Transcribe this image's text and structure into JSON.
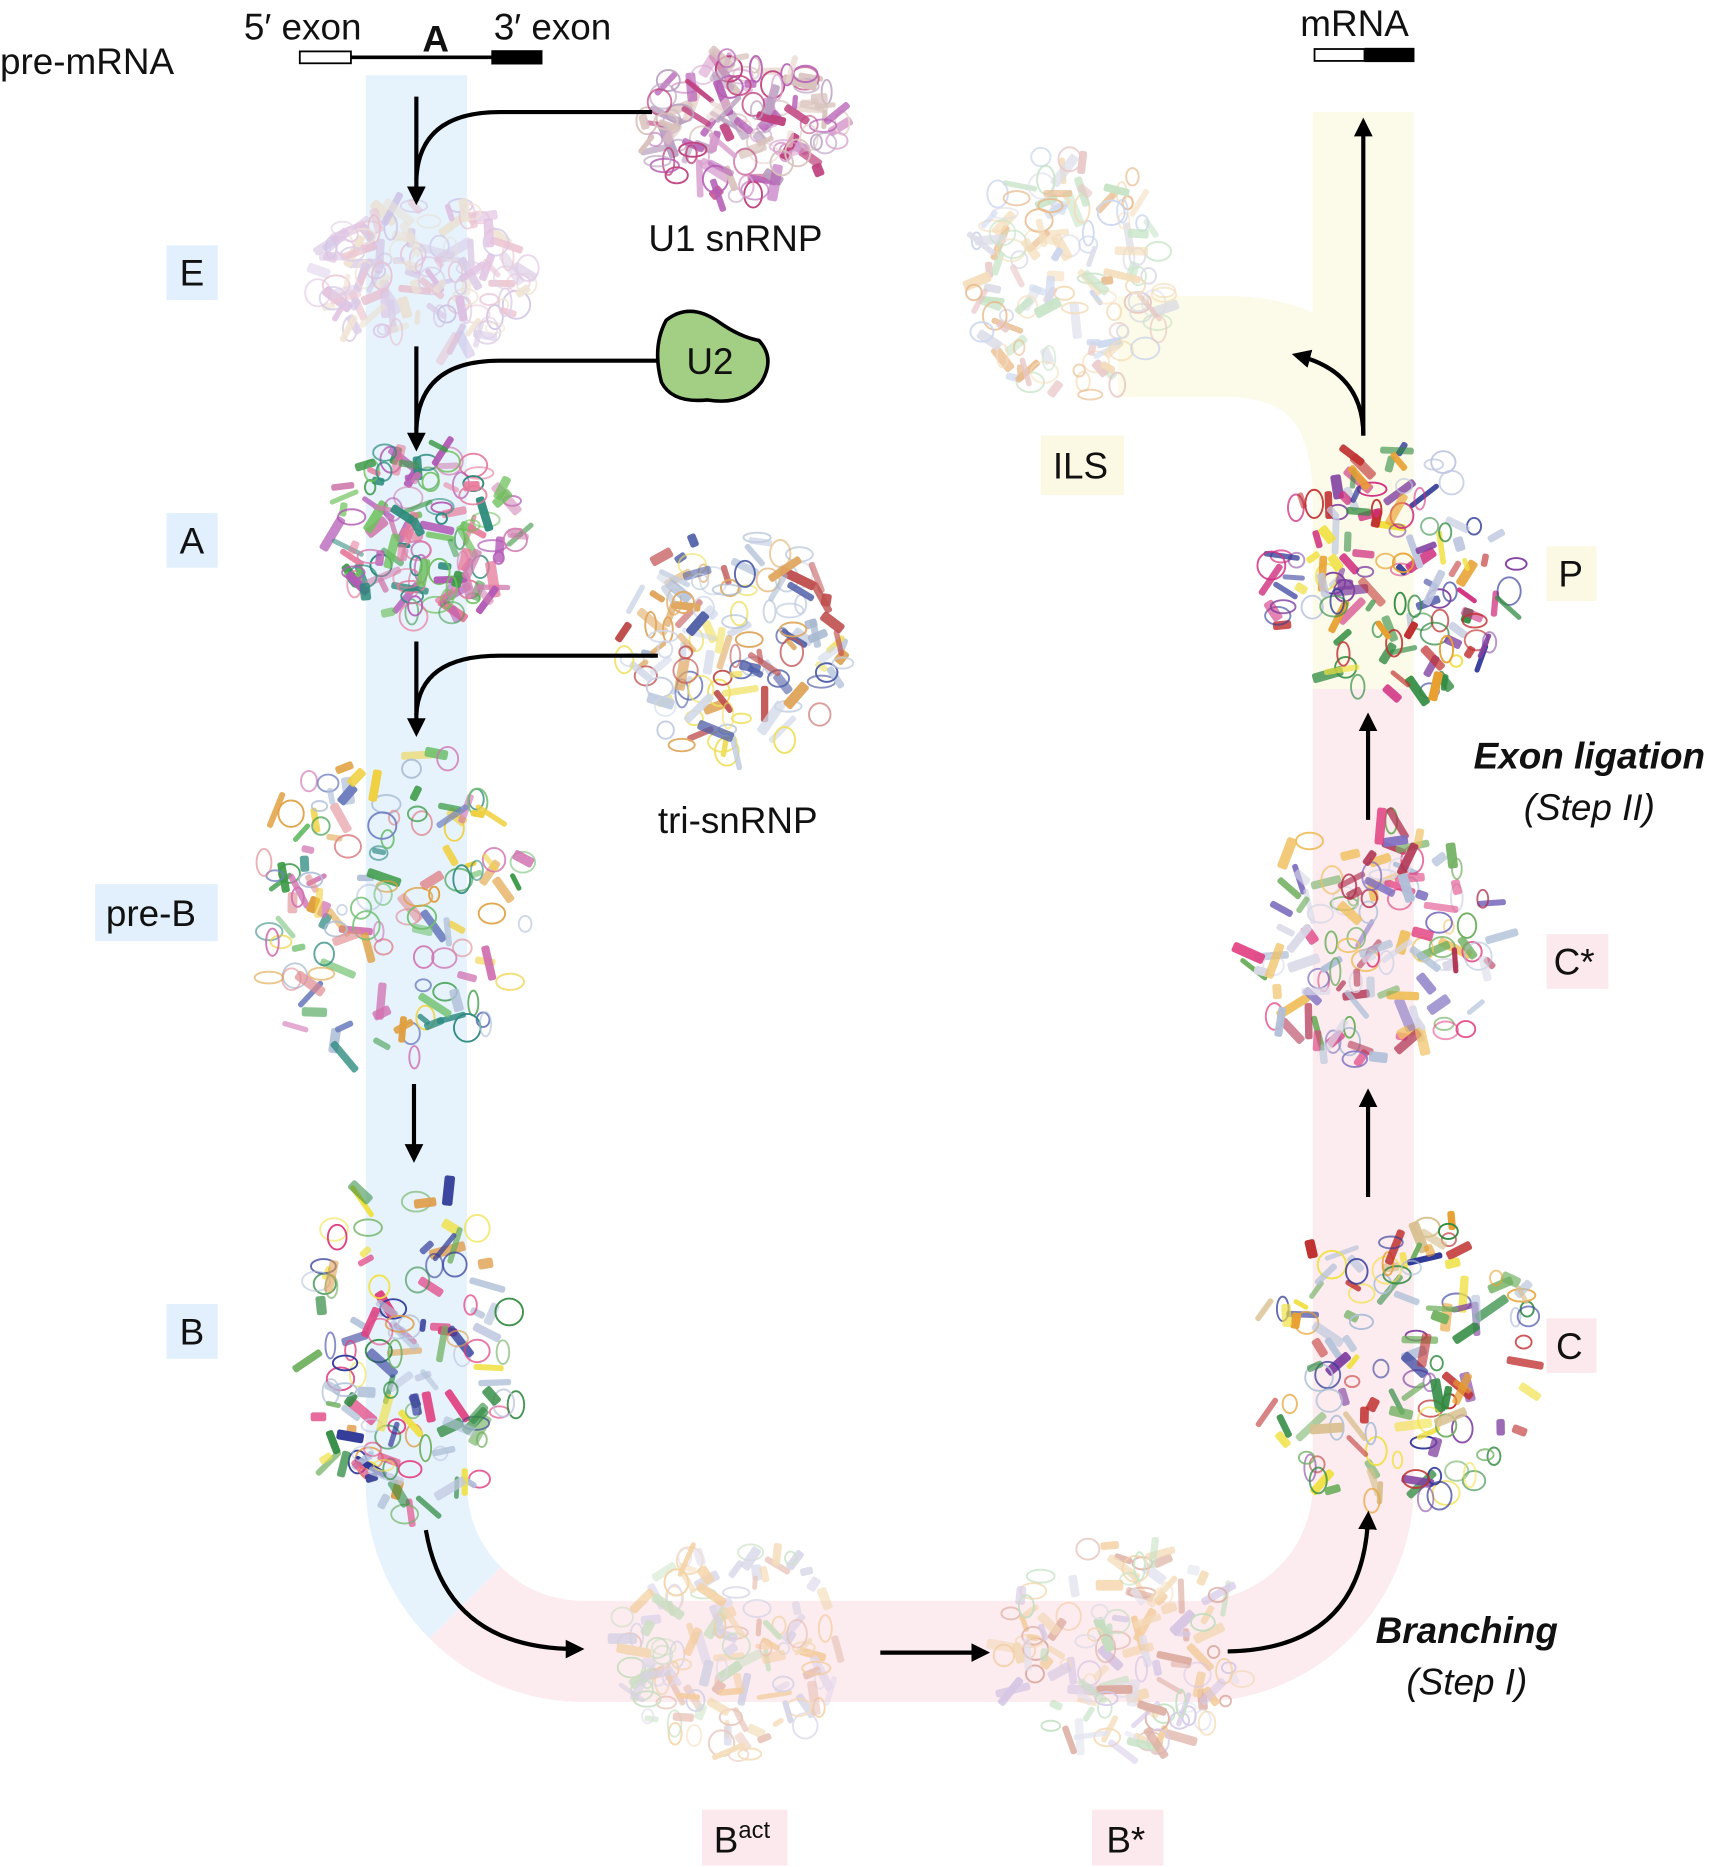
{
  "pre_mrna": {
    "label": "pre-mRNA",
    "exon5": "5′ exon",
    "branch": "A",
    "exon3": "3′ exon"
  },
  "mrna": {
    "label": "mRNA"
  },
  "particles": {
    "u1": "U1 snRNP",
    "u2": "U2",
    "tri": "tri-snRNP"
  },
  "stages": {
    "E": "E",
    "A": "A",
    "preB": "pre-B",
    "B": "B",
    "Bact_base": "B",
    "Bact_sup": "act",
    "Bstar": "B*",
    "C": "C",
    "Cstar": "C*",
    "P": "P",
    "ILS": "ILS"
  },
  "steps": {
    "branching": "Branching",
    "branching_sub": "(Step I)",
    "ligation": "Exon ligation",
    "ligation_sub": "(Step II)"
  },
  "colors": {
    "blue_band": "#e6f3fd",
    "pink_band": "#fcecef",
    "yellow_band": "#fcfbe9",
    "u2_fill": "#a3cf85"
  }
}
